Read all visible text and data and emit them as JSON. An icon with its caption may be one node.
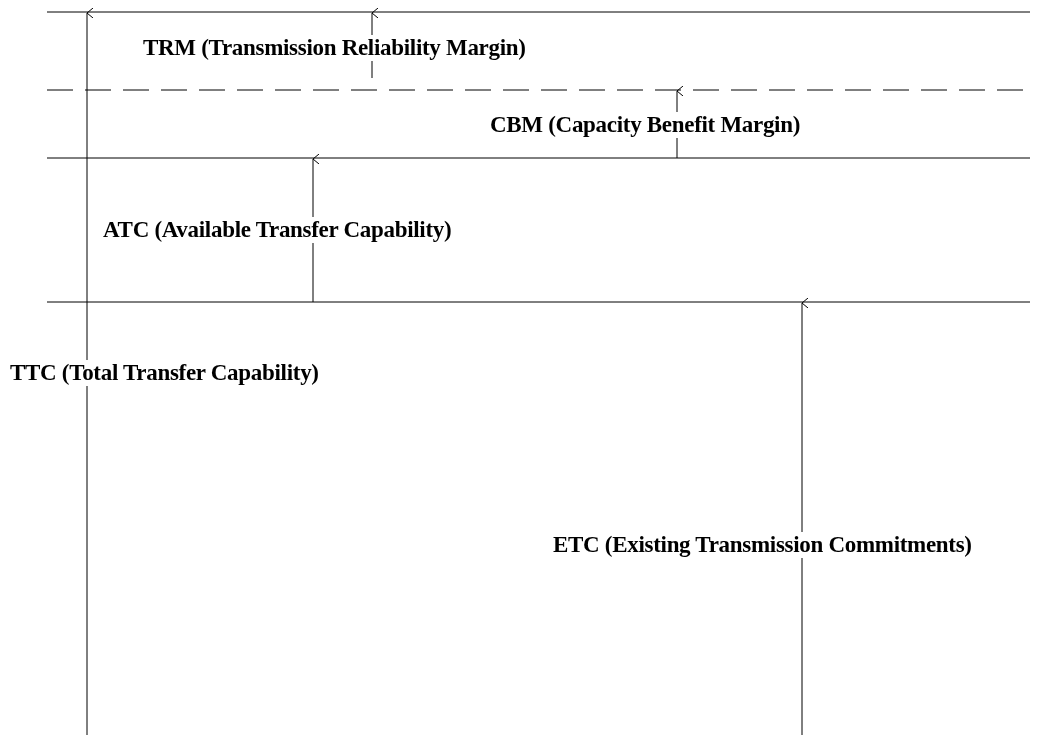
{
  "diagram": {
    "labels": [
      "TRM (Transmission Reliability Margin)",
      "CBM (Capacity Benefit Margin)",
      "ATC (Available Transfer Capability)",
      "TTC (Total Transfer Capability)",
      "ETC (Existing Transmission Commitments)"
    ]
  }
}
